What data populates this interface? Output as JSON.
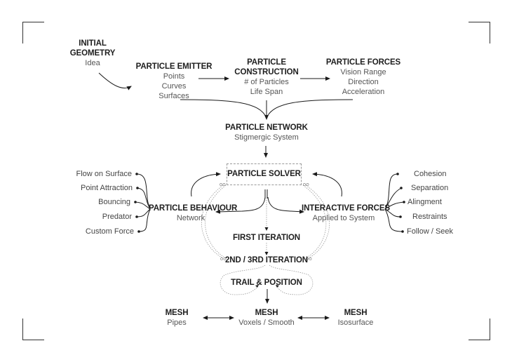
{
  "nodes": {
    "initial_geometry": {
      "title_1": "INITIAL",
      "title_2": "GEOMETRY",
      "sub": [
        "Idea"
      ]
    },
    "particle_emitter": {
      "title": "PARTICLE EMITTER",
      "sub": [
        "Points",
        "Curves",
        "Surfaces"
      ]
    },
    "particle_construction": {
      "title_1": "PARTICLE",
      "title_2": "CONSTRUCTION",
      "sub": [
        "# of Particles",
        "Life Span"
      ]
    },
    "particle_forces": {
      "title": "PARTICLE FORCES",
      "sub": [
        "Vision Range",
        "Direction",
        "Acceleration"
      ]
    },
    "particle_network": {
      "title": "PARTICLE NETWORK",
      "sub": [
        "Stigmergic System"
      ]
    },
    "particle_solver": {
      "title": "PARTICLE SOLVER"
    },
    "particle_behaviour": {
      "title": "PARTICLE BEHAVIOUR",
      "sub": [
        "Network"
      ]
    },
    "interactive_forces": {
      "title": "INTERACTIVE FORCES",
      "sub": [
        "Applied to System"
      ]
    },
    "first_iteration": {
      "title": "FIRST ITERATION"
    },
    "second_third_iteration": {
      "title": "2ND / 3RD ITERATION"
    },
    "trail_position": {
      "title": "TRAIL & POSITION"
    },
    "mesh_pipes": {
      "title": "MESH",
      "sub": [
        "Pipes"
      ]
    },
    "mesh_voxels": {
      "title": "MESH",
      "sub": [
        "Voxels / Smooth"
      ]
    },
    "mesh_isosurface": {
      "title": "MESH",
      "sub": [
        "Isosurface"
      ]
    }
  },
  "behaviour_options": [
    "Flow on Surface",
    "Point Attraction",
    "Bouncing",
    "Predator",
    "Custom Force"
  ],
  "interactive_force_options": [
    "Cohesion",
    "Separation",
    "Alingment",
    "Restraints",
    "Follow / Seek"
  ],
  "colors": {
    "line": "#1a1a1a",
    "dotted": "#9a9a9a",
    "text_sub": "#555555"
  }
}
